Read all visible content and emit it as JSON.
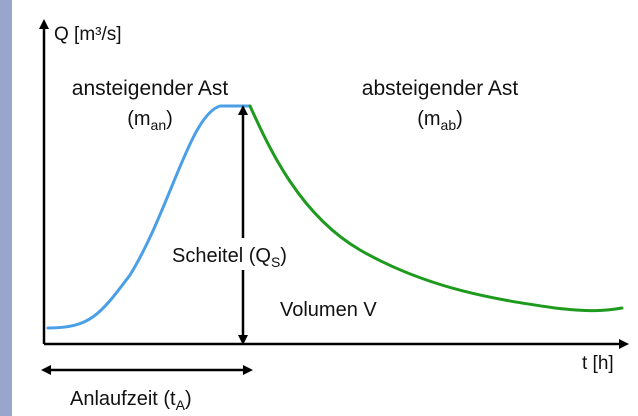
{
  "diagram": {
    "y_axis_label": "Q [m³/s]",
    "x_axis_label": "t [h]",
    "rising_limb": {
      "label": "ansteigender Ast",
      "symbol_base": "(m",
      "symbol_sub": "an",
      "symbol_close": ")"
    },
    "falling_limb": {
      "label": "absteigender Ast",
      "symbol_base": "(m",
      "symbol_sub": "ab",
      "symbol_close": ")"
    },
    "peak": {
      "label_base": "Scheitel (Q",
      "label_sub": "S",
      "label_close": ")"
    },
    "volume": {
      "label": "Volumen V"
    },
    "rise_time": {
      "label_base": "Anlaufzeit (t",
      "label_sub": "A",
      "label_close": ")"
    }
  },
  "colors": {
    "side_band": "#98a5cc",
    "rising_curve": "#4a9fe6",
    "falling_curve": "#1e9a1e",
    "axes": "#000000",
    "text": "#111111"
  }
}
